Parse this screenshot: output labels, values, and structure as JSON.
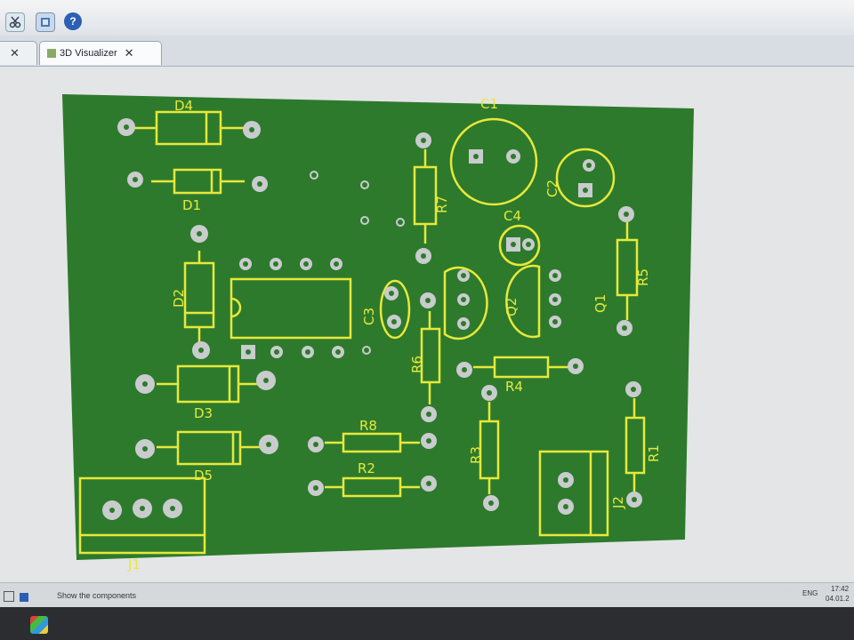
{
  "toolbar": {
    "icons": [
      "cut-icon",
      "layers-icon",
      "help-icon"
    ]
  },
  "tabs": [
    {
      "label": "",
      "icon": "document-icon"
    },
    {
      "label": "3D Visualizer",
      "icon": "3d-visualizer-icon"
    }
  ],
  "pcb": {
    "board_color": "#2d7a2d",
    "silkscreen_color": "#e8e83a",
    "components": [
      "D4",
      "D1",
      "D2",
      "D3",
      "D5",
      "R7",
      "C1",
      "C2",
      "C4",
      "R5",
      "C3",
      "Q2",
      "Q1",
      "R6",
      "R4",
      "R8",
      "R3",
      "R1",
      "R2",
      "J2",
      "J1"
    ]
  },
  "status": {
    "text": "Show the components"
  },
  "tray": {
    "lang": "ENG",
    "time": "17:42",
    "date": "04.01.2"
  }
}
